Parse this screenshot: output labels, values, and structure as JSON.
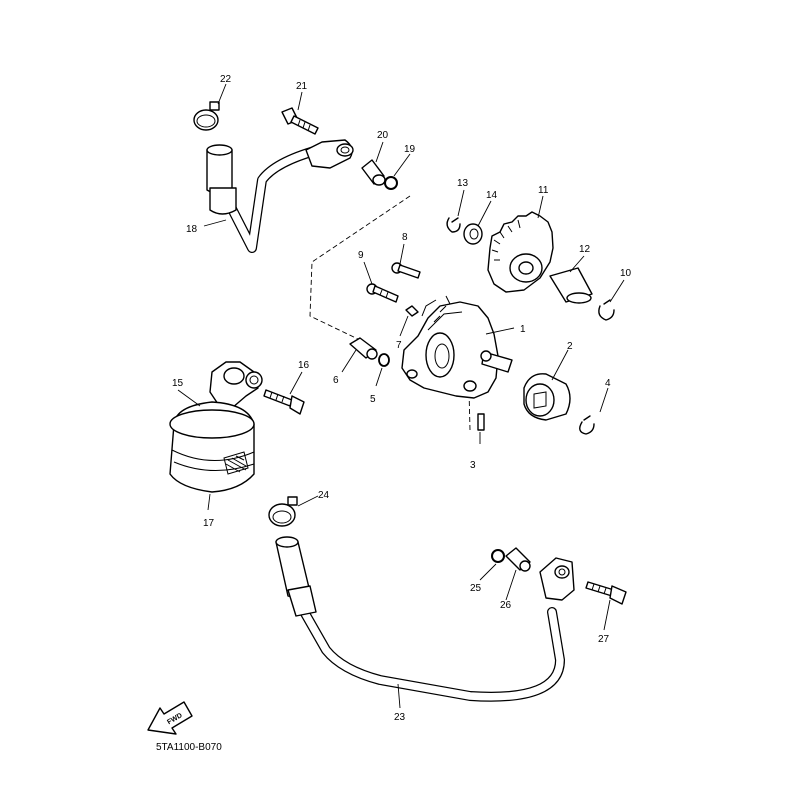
{
  "labels": {
    "p1": "1",
    "p2": "2",
    "p3": "3",
    "p4": "4",
    "p5": "5",
    "p6": "6",
    "p7": "7",
    "p8": "8",
    "p9": "9",
    "p10": "10",
    "p11": "11",
    "p12": "12",
    "p13": "13",
    "p14": "14",
    "p15": "15",
    "p16": "16",
    "p17": "17",
    "p18": "18",
    "p19": "19",
    "p20": "20",
    "p21": "21",
    "p22": "22",
    "p23": "23",
    "p24": "24",
    "p25": "25",
    "p26": "26",
    "p27": "27"
  },
  "fwd_marker": "FWD",
  "diagram_code": "5TA1100-B070"
}
